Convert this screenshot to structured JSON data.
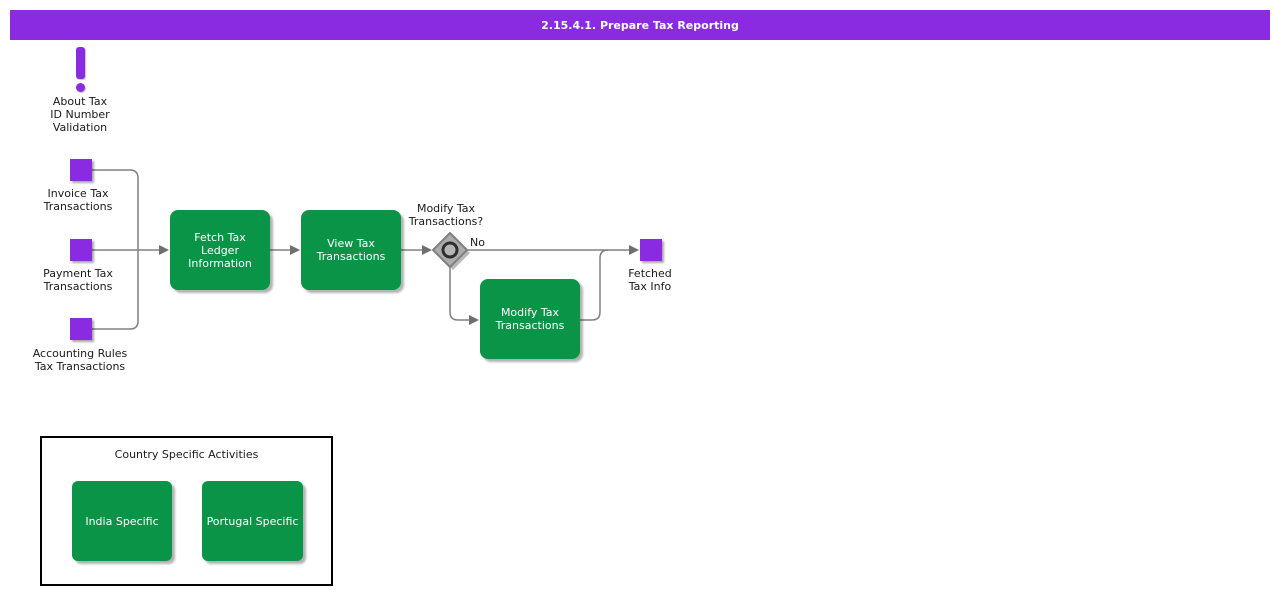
{
  "title_bar": {
    "label": "2.15.4.1. Prepare Tax Reporting"
  },
  "colors": {
    "accent_purple": "#8A2BE2",
    "activity_green": "#0A9448",
    "connector_gray": "#808080",
    "arrowhead_gray": "#6F6F6F",
    "decision_gray": "#ACACAC",
    "title_text": "#FFFFFF",
    "label_text": "#1A1A1A"
  },
  "annotation": {
    "icon": "exclamation-icon",
    "label": "About Tax\nID Number\nValidation"
  },
  "inputs": [
    {
      "label": "Invoice Tax\nTransactions"
    },
    {
      "label": "Payment Tax\nTransactions"
    },
    {
      "label": "Accounting Rules\nTax Transactions"
    }
  ],
  "activities": [
    {
      "label": "Fetch Tax\nLedger\nInformation"
    },
    {
      "label": "View Tax\nTransactions"
    },
    {
      "label": "Modify Tax\nTransactions"
    }
  ],
  "decision": {
    "question": "Modify Tax\nTransactions?",
    "branch_no": "No"
  },
  "output": {
    "label": "Fetched\nTax Info"
  },
  "country_panel": {
    "title": "Country Specific Activities",
    "items": [
      {
        "label": "India Specific"
      },
      {
        "label": "Portugal Specific"
      }
    ]
  }
}
